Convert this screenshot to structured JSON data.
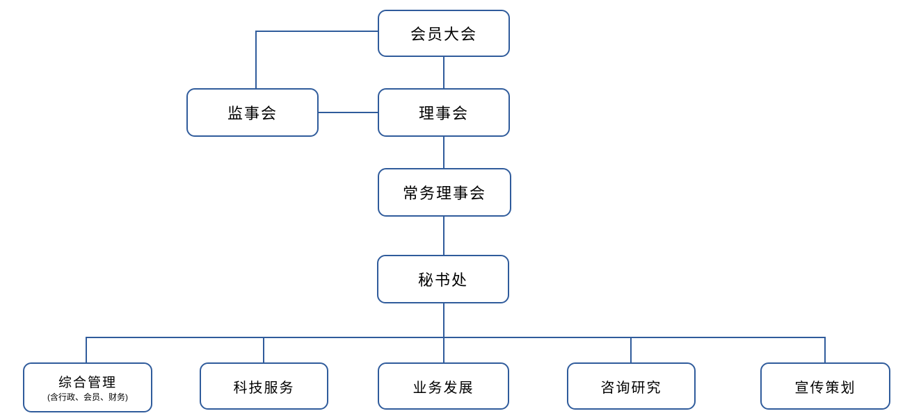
{
  "org_chart": {
    "title": "organization-structure-chart",
    "colors": {
      "box_border": "#2F5B9B",
      "connector_line": "#2F5B9B",
      "box_fill": "#FFFFFF",
      "text": "#000000",
      "background": "#FFFFFF"
    },
    "nodes": {
      "member_assembly": {
        "label": "会员大会"
      },
      "supervisory_board": {
        "label": "监事会"
      },
      "council": {
        "label": "理事会"
      },
      "standing_council": {
        "label": "常务理事会"
      },
      "secretariat": {
        "label": "秘书处"
      },
      "general_management": {
        "label": "综合管理",
        "sublabel": "(含行政、会员、财务)"
      },
      "tech_service": {
        "label": "科技服务"
      },
      "business_development": {
        "label": "业务发展"
      },
      "consulting_research": {
        "label": "咨询研究"
      },
      "publicity_planning": {
        "label": "宣传策划"
      }
    },
    "edges": [
      {
        "from": "会员大会",
        "to": "理事会"
      },
      {
        "from": "会员大会",
        "to": "监事会"
      },
      {
        "from": "监事会",
        "to": "理事会"
      },
      {
        "from": "理事会",
        "to": "常务理事会"
      },
      {
        "from": "常务理事会",
        "to": "秘书处"
      },
      {
        "from": "秘书处",
        "to": "综合管理"
      },
      {
        "from": "秘书处",
        "to": "科技服务"
      },
      {
        "from": "秘书处",
        "to": "业务发展"
      },
      {
        "from": "秘书处",
        "to": "咨询研究"
      },
      {
        "from": "秘书处",
        "to": "宣传策划"
      }
    ]
  }
}
